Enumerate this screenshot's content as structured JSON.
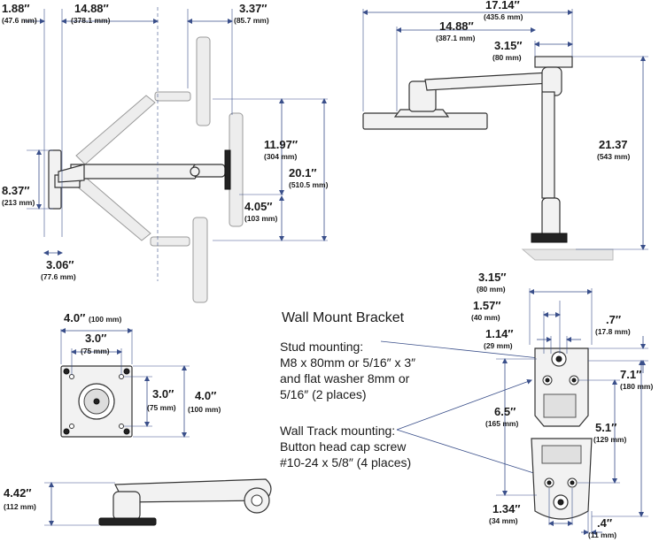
{
  "side_view": {
    "dims": [
      {
        "main": "1.88″",
        "sub": "(47.6 mm)"
      },
      {
        "main": "14.88″",
        "sub": "(378.1 mm)"
      },
      {
        "main": "3.37″",
        "sub": "(85.7 mm)"
      },
      {
        "main": "11.97″",
        "sub": "(304 mm)"
      },
      {
        "main": "20.1″",
        "sub": "(510.5 mm)"
      },
      {
        "main": "8.37″",
        "sub": "(213 mm)"
      },
      {
        "main": "4.05″",
        "sub": "(103 mm)"
      },
      {
        "main": "3.06″",
        "sub": "(77.6 mm)"
      }
    ]
  },
  "top_view": {
    "dims": [
      {
        "main": "17.14″",
        "sub": "(435.6 mm)"
      },
      {
        "main": "14.88″",
        "sub": "(387.1 mm)"
      },
      {
        "main": "3.15″",
        "sub": "(80 mm)"
      },
      {
        "main": "21.37",
        "sub": "(543 mm)"
      }
    ]
  },
  "vesa_plate": {
    "dims": [
      {
        "main": "4.0″",
        "sub": "(100 mm)"
      },
      {
        "main": "3.0″",
        "sub": "(75 mm)"
      },
      {
        "main": "3.0″",
        "sub": "(75 mm)"
      },
      {
        "main": "4.0″",
        "sub": "(100 mm)"
      }
    ]
  },
  "base_view": {
    "dims": [
      {
        "main": "4.42″",
        "sub": "(112 mm)"
      }
    ]
  },
  "wall_bracket": {
    "title": "Wall Mount Bracket",
    "stud_text": [
      "Stud mounting:",
      "M8 x 80mm or 5/16″ x 3″",
      "and flat washer 8mm or",
      "5/16″ (2 places)"
    ],
    "track_text": [
      "Wall Track mounting:",
      "Button head cap screw",
      "#10-24 x 5/8″ (4 places)"
    ],
    "dims": [
      {
        "main": "3.15″",
        "sub": "(80 mm)"
      },
      {
        "main": "1.57″",
        "sub": "(40 mm)"
      },
      {
        "main": "1.14″",
        "sub": "(29 mm)"
      },
      {
        "main": ".7″",
        "sub": "(17.8 mm)"
      },
      {
        "main": "7.1″",
        "sub": "(180 mm)"
      },
      {
        "main": "6.5″",
        "sub": "(165 mm)"
      },
      {
        "main": "5.1″",
        "sub": "(129 mm)"
      },
      {
        "main": "1.34″",
        "sub": "(34 mm)"
      },
      {
        "main": ".4″",
        "sub": "(11 mm)"
      }
    ]
  }
}
